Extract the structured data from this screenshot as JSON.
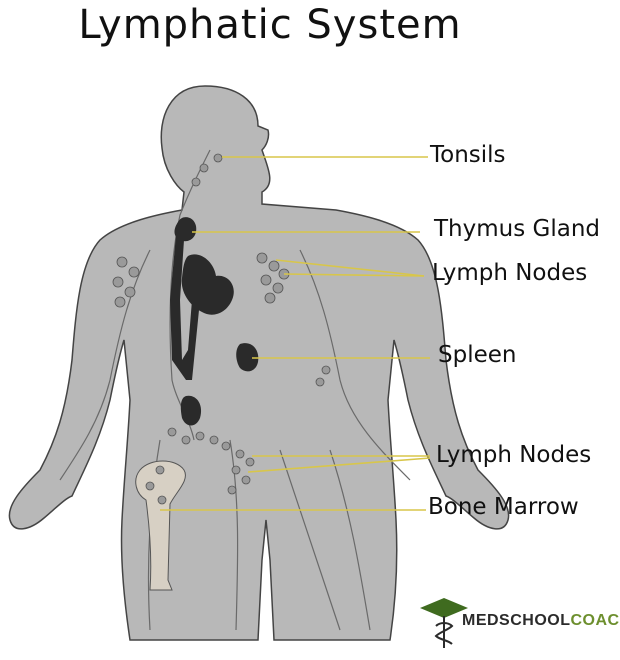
{
  "title": "Lymphatic System",
  "labels": {
    "tonsils": "Tonsils",
    "thymus": "Thymus Gland",
    "lymph_nodes_upper": "Lymph Nodes",
    "spleen": "Spleen",
    "lymph_nodes_lower": "Lymph Nodes",
    "bone_marrow": "Bone Marrow"
  },
  "brand": {
    "part1": "MEDSCHOOL",
    "part2": "COACH",
    "icons": [
      "graduation-cap-icon",
      "caduceus-icon"
    ]
  },
  "colors": {
    "body_fill": "#b8b8b8",
    "body_outline": "#444444",
    "organ_fill": "#2a2a2a",
    "node_fill": "#9a9a9a",
    "leader_line": "#d8c64a",
    "marrow_fill": "#d7d0c4",
    "brand_green": "#3f6b1f"
  }
}
